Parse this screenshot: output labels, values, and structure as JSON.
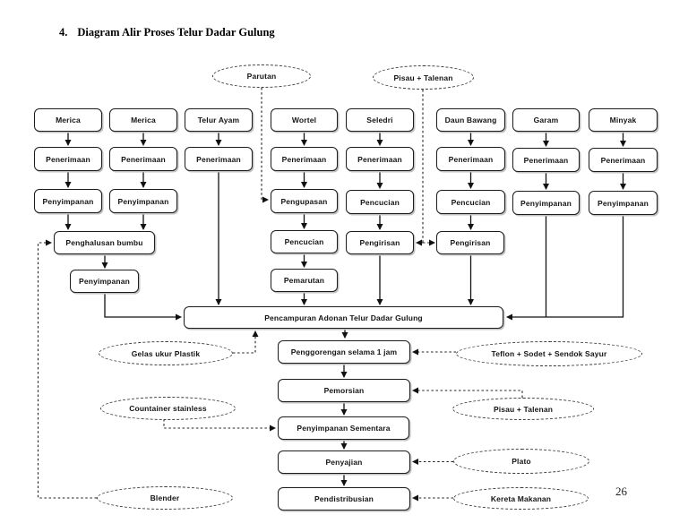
{
  "page": {
    "title_prefix": "4.",
    "title": "Diagram Alir Proses Telur Dadar Gulung",
    "page_number": "26"
  },
  "diagram": {
    "columns": [
      {
        "source": "Merica",
        "steps": [
          "Penerimaan",
          "Penyimpanan"
        ]
      },
      {
        "source": "Merica",
        "steps": [
          "Penerimaan",
          "Penyimpanan"
        ]
      },
      {
        "source": "Telur Ayam",
        "steps": [
          "Penerimaan"
        ]
      },
      {
        "source": "Wortel",
        "steps": [
          "Penerimaan",
          "Pengupasan",
          "Pencucian",
          "Pemarutan"
        ]
      },
      {
        "source": "Seledri",
        "steps": [
          "Penerimaan",
          "Pencucian",
          "Pengirisan"
        ]
      },
      {
        "source": "Daun Bawang",
        "steps": [
          "Penerimaan",
          "Pencucian",
          "Pengirisan"
        ]
      },
      {
        "source": "Garam",
        "steps": [
          "Penerimaan",
          "Penyimpanan"
        ]
      },
      {
        "source": "Minyak",
        "steps": [
          "Penerimaan",
          "Penyimpanan"
        ]
      }
    ],
    "spice_processing": {
      "grind": "Penghalusan bumbu",
      "store": "Penyimpanan"
    },
    "main_chain": [
      "Pencampuran Adonan Telur Dadar Gulung",
      "Penggorengan selama 1 jam",
      "Pemorsian",
      "Penyimpanan Sementara",
      "Penyajian",
      "Pendistribusian"
    ],
    "equipment": {
      "parutan": "Parutan",
      "pisau_talenan_top": "Pisau + Talenan",
      "gelas_ukur_plastik": "Gelas ukur Plastik",
      "teflon_sodet_sendok": "Teflon + Sodet + Sendok Sayur",
      "countainer_stainless": "Countainer stainless",
      "pisau_talenan_bottom": "Pisau + Talenan",
      "plato": "Plato",
      "blender": "Blender",
      "kereta_makanan": "Kereta Makanan"
    },
    "line_color": "#111111"
  }
}
